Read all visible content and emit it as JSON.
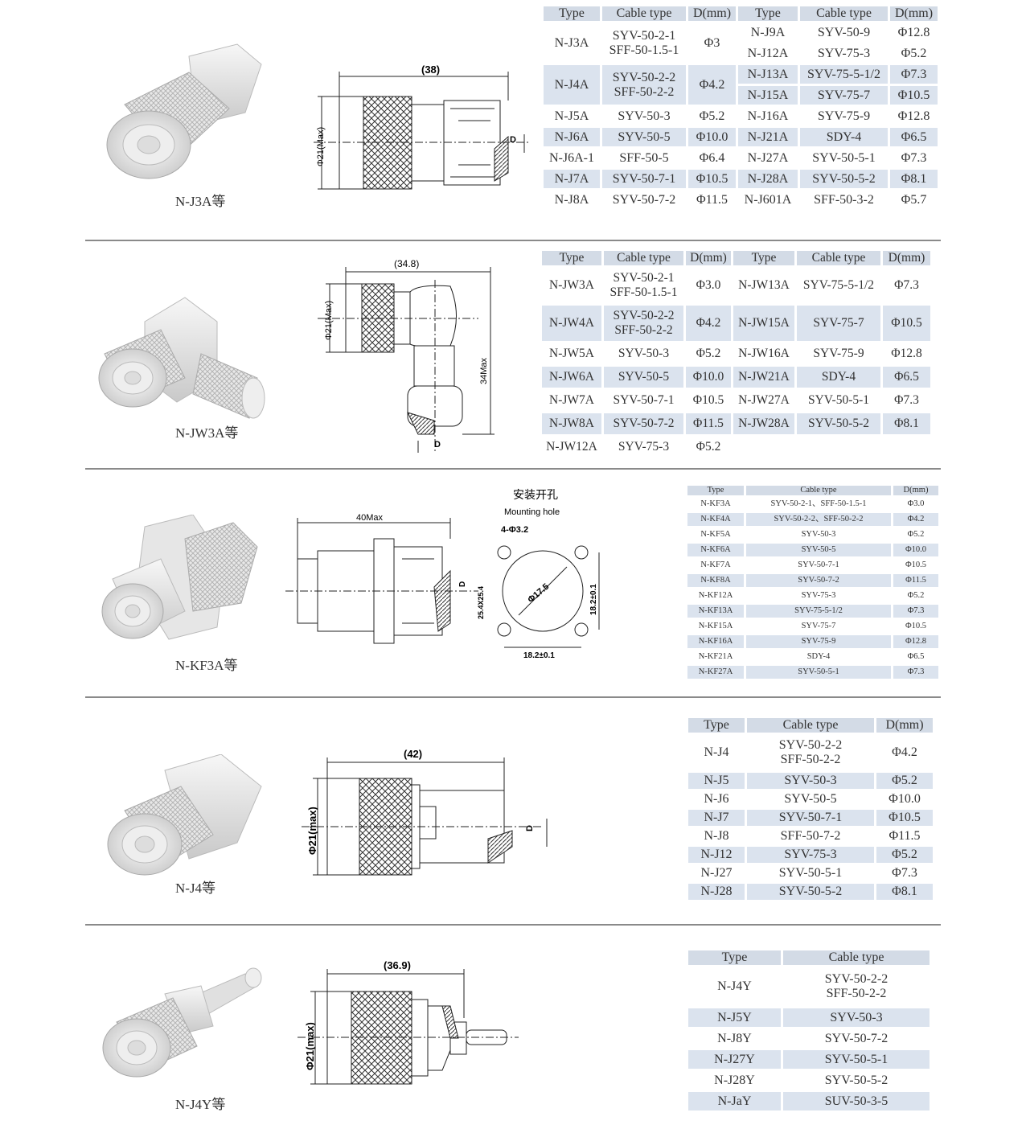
{
  "sections": [
    {
      "caption": "N-J3A等",
      "dims": {
        "length": "(38)",
        "dia": "Φ21(Max)",
        "d": "D"
      },
      "headers": [
        "Type",
        "Cable type",
        "D(mm)",
        "Type",
        "Cable type",
        "D(mm)"
      ],
      "rows": [
        {
          "a": [
            "N-J3A",
            "SYV-50-2-1\nSFF-50-1.5-1",
            "Φ3"
          ],
          "b": [
            [
              "N-J9A",
              "SYV-50-9",
              "Φ12.8"
            ],
            [
              "N-J12A",
              "SYV-75-3",
              "Φ5.2"
            ]
          ]
        },
        {
          "a": [
            "N-J4A",
            "SYV-50-2-2\nSFF-50-2-2",
            "Φ4.2"
          ],
          "b": [
            [
              "N-J13A",
              "SYV-75-5-1/2",
              "Φ7.3"
            ],
            [
              "N-J15A",
              "SYV-75-7",
              "Φ10.5"
            ]
          ]
        },
        {
          "a": [
            "N-J5A",
            "SYV-50-3",
            "Φ5.2"
          ],
          "b": [
            [
              "N-J16A",
              "SYV-75-9",
              "Φ12.8"
            ]
          ]
        },
        {
          "a": [
            "N-J6A",
            "SYV-50-5",
            "Φ10.0"
          ],
          "b": [
            [
              "N-J21A",
              "SDY-4",
              "Φ6.5"
            ]
          ]
        },
        {
          "a": [
            "N-J6A-1",
            "SFF-50-5",
            "Φ6.4"
          ],
          "b": [
            [
              "N-J27A",
              "SYV-50-5-1",
              "Φ7.3"
            ]
          ]
        },
        {
          "a": [
            "N-J7A",
            "SYV-50-7-1",
            "Φ10.5"
          ],
          "b": [
            [
              "N-J28A",
              "SYV-50-5-2",
              "Φ8.1"
            ]
          ]
        },
        {
          "a": [
            "N-J8A",
            "SYV-50-7-2",
            "Φ11.5"
          ],
          "b": [
            [
              "N-J601A",
              "SFF-50-3-2",
              "Φ5.7"
            ]
          ]
        }
      ]
    },
    {
      "caption": "N-JW3A等",
      "dims": {
        "length": "(34.8)",
        "dia": "Φ21(Max)",
        "height": "34Max",
        "d": "D"
      },
      "headers": [
        "Type",
        "Cable type",
        "D(mm)",
        "Type",
        "Cable type",
        "D(mm)"
      ],
      "rows": [
        [
          "N-JW3A",
          "SYV-50-2-1\nSFF-50-1.5-1",
          "Φ3.0",
          "N-JW13A",
          "SYV-75-5-1/2",
          "Φ7.3"
        ],
        [
          "N-JW4A",
          "SYV-50-2-2\nSFF-50-2-2",
          "Φ4.2",
          "N-JW15A",
          "SYV-75-7",
          "Φ10.5"
        ],
        [
          "N-JW5A",
          "SYV-50-3",
          "Φ5.2",
          "N-JW16A",
          "SYV-75-9",
          "Φ12.8"
        ],
        [
          "N-JW6A",
          "SYV-50-5",
          "Φ10.0",
          "N-JW21A",
          "SDY-4",
          "Φ6.5"
        ],
        [
          "N-JW7A",
          "SYV-50-7-1",
          "Φ10.5",
          "N-JW27A",
          "SYV-50-5-1",
          "Φ7.3"
        ],
        [
          "N-JW8A",
          "SYV-50-7-2",
          "Φ11.5",
          "N-JW28A",
          "SYV-50-5-2",
          "Φ8.1"
        ],
        [
          "N-JW12A",
          "SYV-75-3",
          "Φ5.2",
          "",
          "",
          ""
        ]
      ]
    },
    {
      "caption": "N-KF3A等",
      "dims": {
        "length": "40Max",
        "d": "D",
        "flange": "25.4X25.4",
        "mount_cn": "安装开孔",
        "mount_en": "Mounting hole",
        "holes": "4-Φ3.2",
        "circle": "Φ17.5",
        "pitch_v": "18.2±0.1",
        "pitch_h": "18.2±0.1"
      },
      "headers": [
        "Type",
        "Cable type",
        "D(mm)"
      ],
      "rows": [
        [
          "N-KF3A",
          "SYV-50-2-1、SFF-50-1.5-1",
          "Φ3.0"
        ],
        [
          "N-KF4A",
          "SYV-50-2-2、SFF-50-2-2",
          "Φ4.2"
        ],
        [
          "N-KF5A",
          "SYV-50-3",
          "Φ5.2"
        ],
        [
          "N-KF6A",
          "SYV-50-5",
          "Φ10.0"
        ],
        [
          "N-KF7A",
          "SYV-50-7-1",
          "Φ10.5"
        ],
        [
          "N-KF8A",
          "SYV-50-7-2",
          "Φ11.5"
        ],
        [
          "N-KF12A",
          "SYV-75-3",
          "Φ5.2"
        ],
        [
          "N-KF13A",
          "SYV-75-5-1/2",
          "Φ7.3"
        ],
        [
          "N-KF15A",
          "SYV-75-7",
          "Φ10.5"
        ],
        [
          "N-KF16A",
          "SYV-75-9",
          "Φ12.8"
        ],
        [
          "N-KF21A",
          "SDY-4",
          "Φ6.5"
        ],
        [
          "N-KF27A",
          "SYV-50-5-1",
          "Φ7.3"
        ]
      ]
    },
    {
      "caption": "N-J4等",
      "dims": {
        "length": "(42)",
        "dia": "Φ21(max)",
        "d": "D"
      },
      "headers": [
        "Type",
        "Cable type",
        "D(mm)"
      ],
      "rows": [
        [
          "N-J4",
          "SYV-50-2-2\nSFF-50-2-2",
          "Φ4.2"
        ],
        [
          "N-J5",
          "SYV-50-3",
          "Φ5.2"
        ],
        [
          "N-J6",
          "SYV-50-5",
          "Φ10.0"
        ],
        [
          "N-J7",
          "SYV-50-7-1",
          "Φ10.5"
        ],
        [
          "N-J8",
          "SFF-50-7-2",
          "Φ11.5"
        ],
        [
          "N-J12",
          "SYV-75-3",
          "Φ5.2"
        ],
        [
          "N-J27",
          "SYV-50-5-1",
          "Φ7.3"
        ],
        [
          "N-J28",
          "SYV-50-5-2",
          "Φ8.1"
        ]
      ]
    },
    {
      "caption": "N-J4Y等",
      "dims": {
        "length": "(36.9)",
        "dia": "Φ21(max)"
      },
      "headers": [
        "Type",
        "Cable type"
      ],
      "rows": [
        [
          "N-J4Y",
          "SYV-50-2-2\nSFF-50-2-2"
        ],
        [
          "N-J5Y",
          "SYV-50-3"
        ],
        [
          "N-J8Y",
          "SYV-50-7-2"
        ],
        [
          "N-J27Y",
          "SYV-50-5-1"
        ],
        [
          "N-J28Y",
          "SYV-50-5-2"
        ],
        [
          "N-JaY",
          "SUV-50-3-5"
        ]
      ]
    }
  ]
}
